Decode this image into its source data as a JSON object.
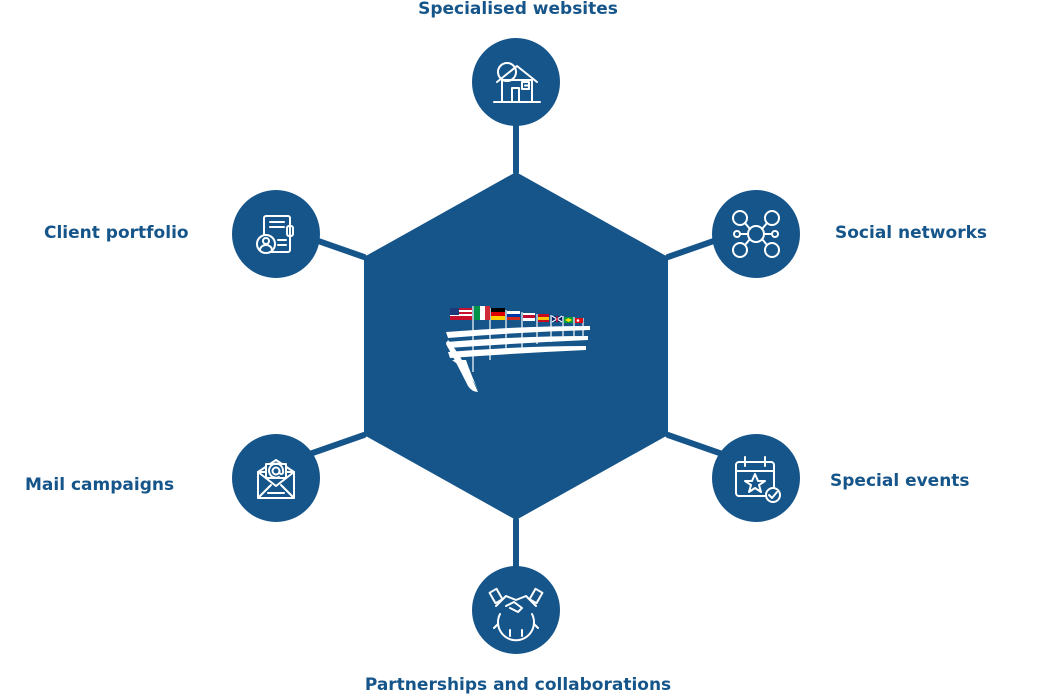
{
  "colors": {
    "primary": "#15558a",
    "icon_stroke": "#ffffff",
    "background": "#ffffff"
  },
  "center": {
    "logo_icon": "flags-logo-icon"
  },
  "nodes": [
    {
      "id": "top",
      "label": "Specialised websites",
      "icon": "house-icon"
    },
    {
      "id": "right-top",
      "label": "Social networks",
      "icon": "network-icon"
    },
    {
      "id": "right-bottom",
      "label": "Special events",
      "icon": "calendar-star-icon"
    },
    {
      "id": "bottom",
      "label": "Partnerships and collaborations",
      "icon": "handshake-gear-icon"
    },
    {
      "id": "left-bottom",
      "label": "Mail campaigns",
      "icon": "mail-at-icon"
    },
    {
      "id": "left-top",
      "label": "Client portfolio",
      "icon": "portfolio-icon"
    }
  ]
}
